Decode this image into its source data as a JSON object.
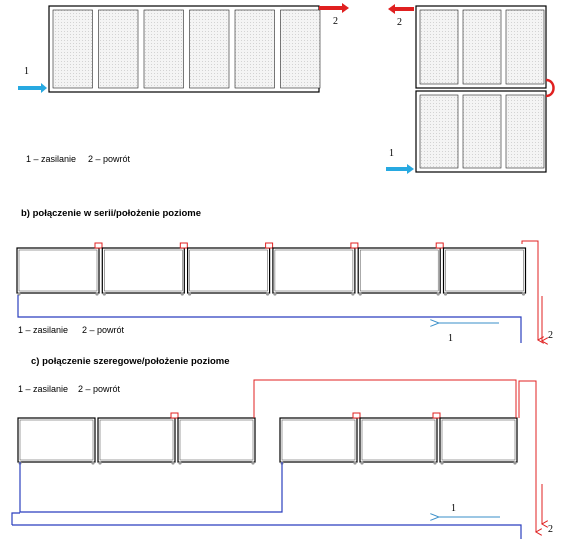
{
  "colors": {
    "supply": "#2b3fbf",
    "return": "#e02020",
    "arrow_in": "#27a9e1",
    "arrow_out": "#e02020",
    "supply_arrow": "#3a8fc9",
    "panel_stroke": "#000000"
  },
  "section_a": {
    "left_label_in": "1",
    "left_label_out": "2",
    "right_label_in": "1",
    "right_label_out": "2",
    "legend": {
      "supply": "1 – zasilanie",
      "return": "2 – powrót"
    }
  },
  "section_b": {
    "title": "b) połączenie w serii/położenie poziome",
    "legend": {
      "supply": "1 – zasilanie",
      "return": "2 – powrót"
    },
    "label_in": "1",
    "label_out": "2"
  },
  "section_c": {
    "title": "c) połączenie szeregowe/położenie poziome",
    "legend": {
      "supply": "1 – zasilanie",
      "return": "2 – powrót"
    },
    "label_in": "1",
    "label_out": "2"
  }
}
